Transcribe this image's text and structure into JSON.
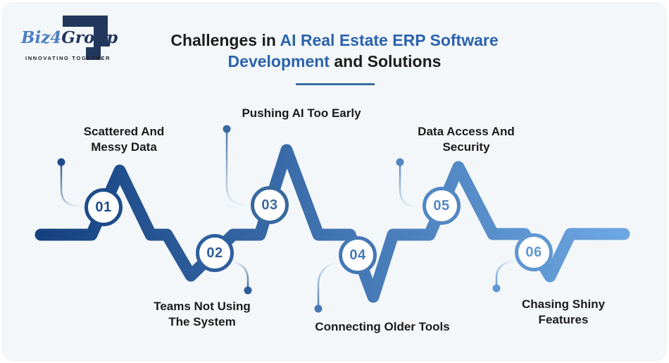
{
  "logo": {
    "name_part1": "Biz",
    "name_part2": "4",
    "name_part3": "Group",
    "tagline": "INNOVATING TOGETHER"
  },
  "title": {
    "prefix": "Challenges in",
    "highlight1": "AI Real Estate ERP Software",
    "highlight2": "Development",
    "suffix": "and Solutions"
  },
  "colors": {
    "background": "#f4f7fa",
    "title_text": "#1c1c1c",
    "title_accent": "#2a63ad",
    "underline": "#3c6f9f",
    "line_start": "#15417f",
    "line_end": "#6da7e2",
    "label_text": "#1b1b1b",
    "logo_blue": "#4a7fc1",
    "logo_dark": "#22375c"
  },
  "milestones": [
    {
      "number": "01",
      "label_line1": "Scattered And",
      "label_line2": "Messy Data",
      "color": "#1e4c8a"
    },
    {
      "number": "02",
      "label_line1": "Teams Not Using",
      "label_line2": "The System",
      "color": "#2f5f9d"
    },
    {
      "number": "03",
      "label_line1": "Pushing AI Too Early",
      "label_line2": "",
      "color": "#38699f"
    },
    {
      "number": "04",
      "label_line1": "Connecting Older Tools",
      "label_line2": "",
      "color": "#4578b5"
    },
    {
      "number": "05",
      "label_line1": "Data Access And",
      "label_line2": "Security",
      "color": "#5187c3"
    },
    {
      "number": "06",
      "label_line1": "Chasing Shiny",
      "label_line2": "Features",
      "color": "#5f97d2"
    }
  ]
}
